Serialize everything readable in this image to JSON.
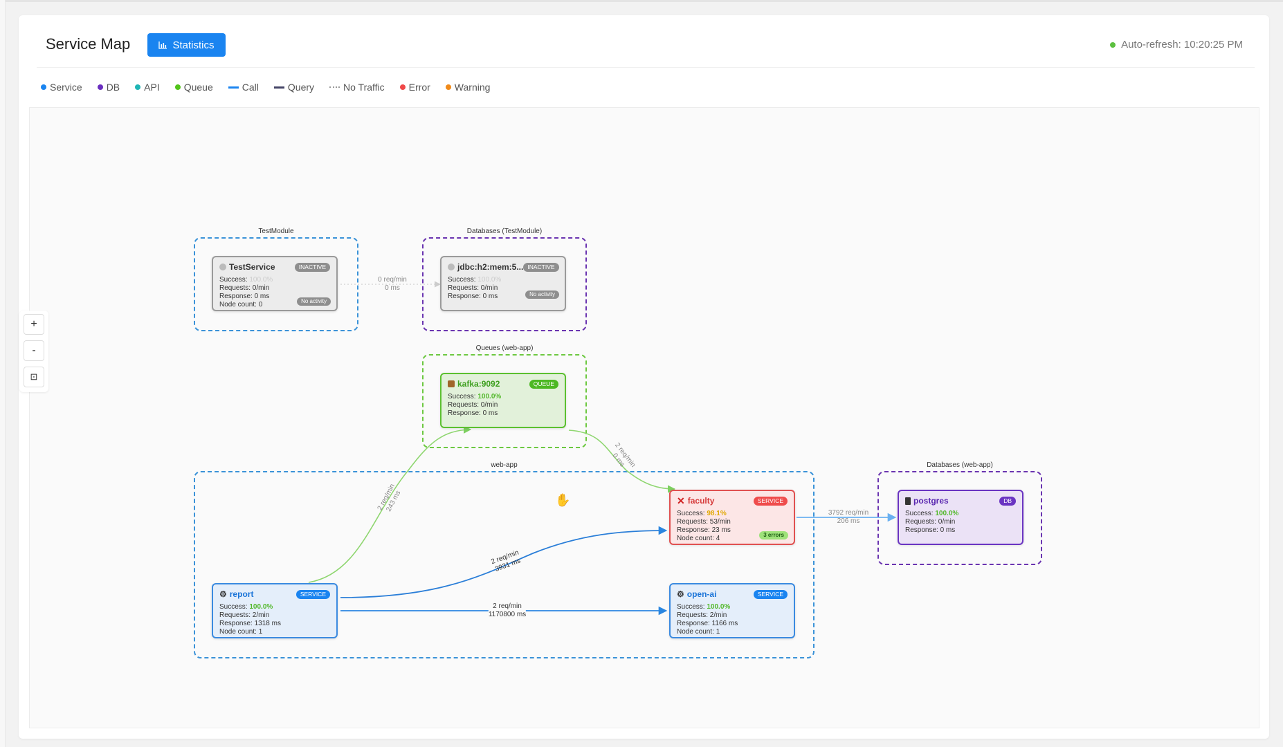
{
  "header": {
    "title": "Service Map",
    "stats_button": "Statistics",
    "auto_refresh": "Auto-refresh: 10:20:25 PM",
    "refresh_color": "#52c41a"
  },
  "legend": [
    {
      "label": "Service",
      "kind": "dot",
      "color": "#1a84f0"
    },
    {
      "label": "DB",
      "kind": "dot",
      "color": "#6a2fc0"
    },
    {
      "label": "API",
      "kind": "dot",
      "color": "#1fb5b5"
    },
    {
      "label": "Queue",
      "kind": "dot",
      "color": "#52c41a"
    },
    {
      "label": "Call",
      "kind": "line",
      "color": "#1a84f0"
    },
    {
      "label": "Query",
      "kind": "line",
      "color": "#444466"
    },
    {
      "label": "No Traffic",
      "kind": "dotted",
      "color": "#999999"
    },
    {
      "label": "Error",
      "kind": "dot",
      "color": "#f04848"
    },
    {
      "label": "Warning",
      "kind": "dot",
      "color": "#f08a1a"
    }
  ],
  "zoom": {
    "in": "+",
    "out": "-",
    "fit": "⊡"
  },
  "groups": [
    "TestModule",
    "Databases (TestModule)",
    "Queues (web-app)",
    "web-app",
    "Databases (web-app)"
  ],
  "nodes": {
    "testservice": {
      "name": "TestService",
      "badge": "INACTIVE",
      "success": "100.0%",
      "requests": "Requests: 0/min",
      "response": "Response: 0 ms",
      "node_count": "Node count: 0",
      "footer": "No activity"
    },
    "jdbc": {
      "name": "jdbc:h2:mem:5...",
      "badge": "INACTIVE",
      "success": "100.0%",
      "requests": "Requests: 0/min",
      "response": "Response: 0 ms",
      "footer": "No activity"
    },
    "kafka": {
      "name": "kafka:9092",
      "badge": "QUEUE",
      "success": "100.0%",
      "requests": "Requests: 0/min",
      "response": "Response: 0 ms"
    },
    "faculty": {
      "name": "faculty",
      "badge": "SERVICE",
      "success": "98.1%",
      "requests": "Requests: 53/min",
      "response": "Response: 23 ms",
      "node_count": "Node count: 4",
      "footer": "3 errors"
    },
    "postgres": {
      "name": "postgres",
      "badge": "DB",
      "success": "100.0%",
      "requests": "Requests: 0/min",
      "response": "Response: 0 ms"
    },
    "report": {
      "name": "report",
      "badge": "SERVICE",
      "success": "100.0%",
      "requests": "Requests: 2/min",
      "response": "Response: 1318 ms",
      "node_count": "Node count: 1"
    },
    "openai": {
      "name": "open-ai",
      "badge": "SERVICE",
      "success": "100.0%",
      "requests": "Requests: 2/min",
      "response": "Response: 1166 ms",
      "node_count": "Node count: 1"
    }
  },
  "success_label": "Success:",
  "edges": {
    "test_jdbc": {
      "rate": "0 req/min",
      "latency": "0 ms"
    },
    "report_kafka": {
      "rate": "2 req/min",
      "latency": "243 ms"
    },
    "kafka_faculty": {
      "rate": "2 req/min",
      "latency": "0 ms"
    },
    "report_faculty": {
      "rate": "2 req/min",
      "latency": "3931 ms"
    },
    "report_openai": {
      "rate": "2 req/min",
      "latency": "1170800 ms"
    },
    "faculty_postgres": {
      "rate": "3792 req/min",
      "latency": "206 ms"
    }
  }
}
